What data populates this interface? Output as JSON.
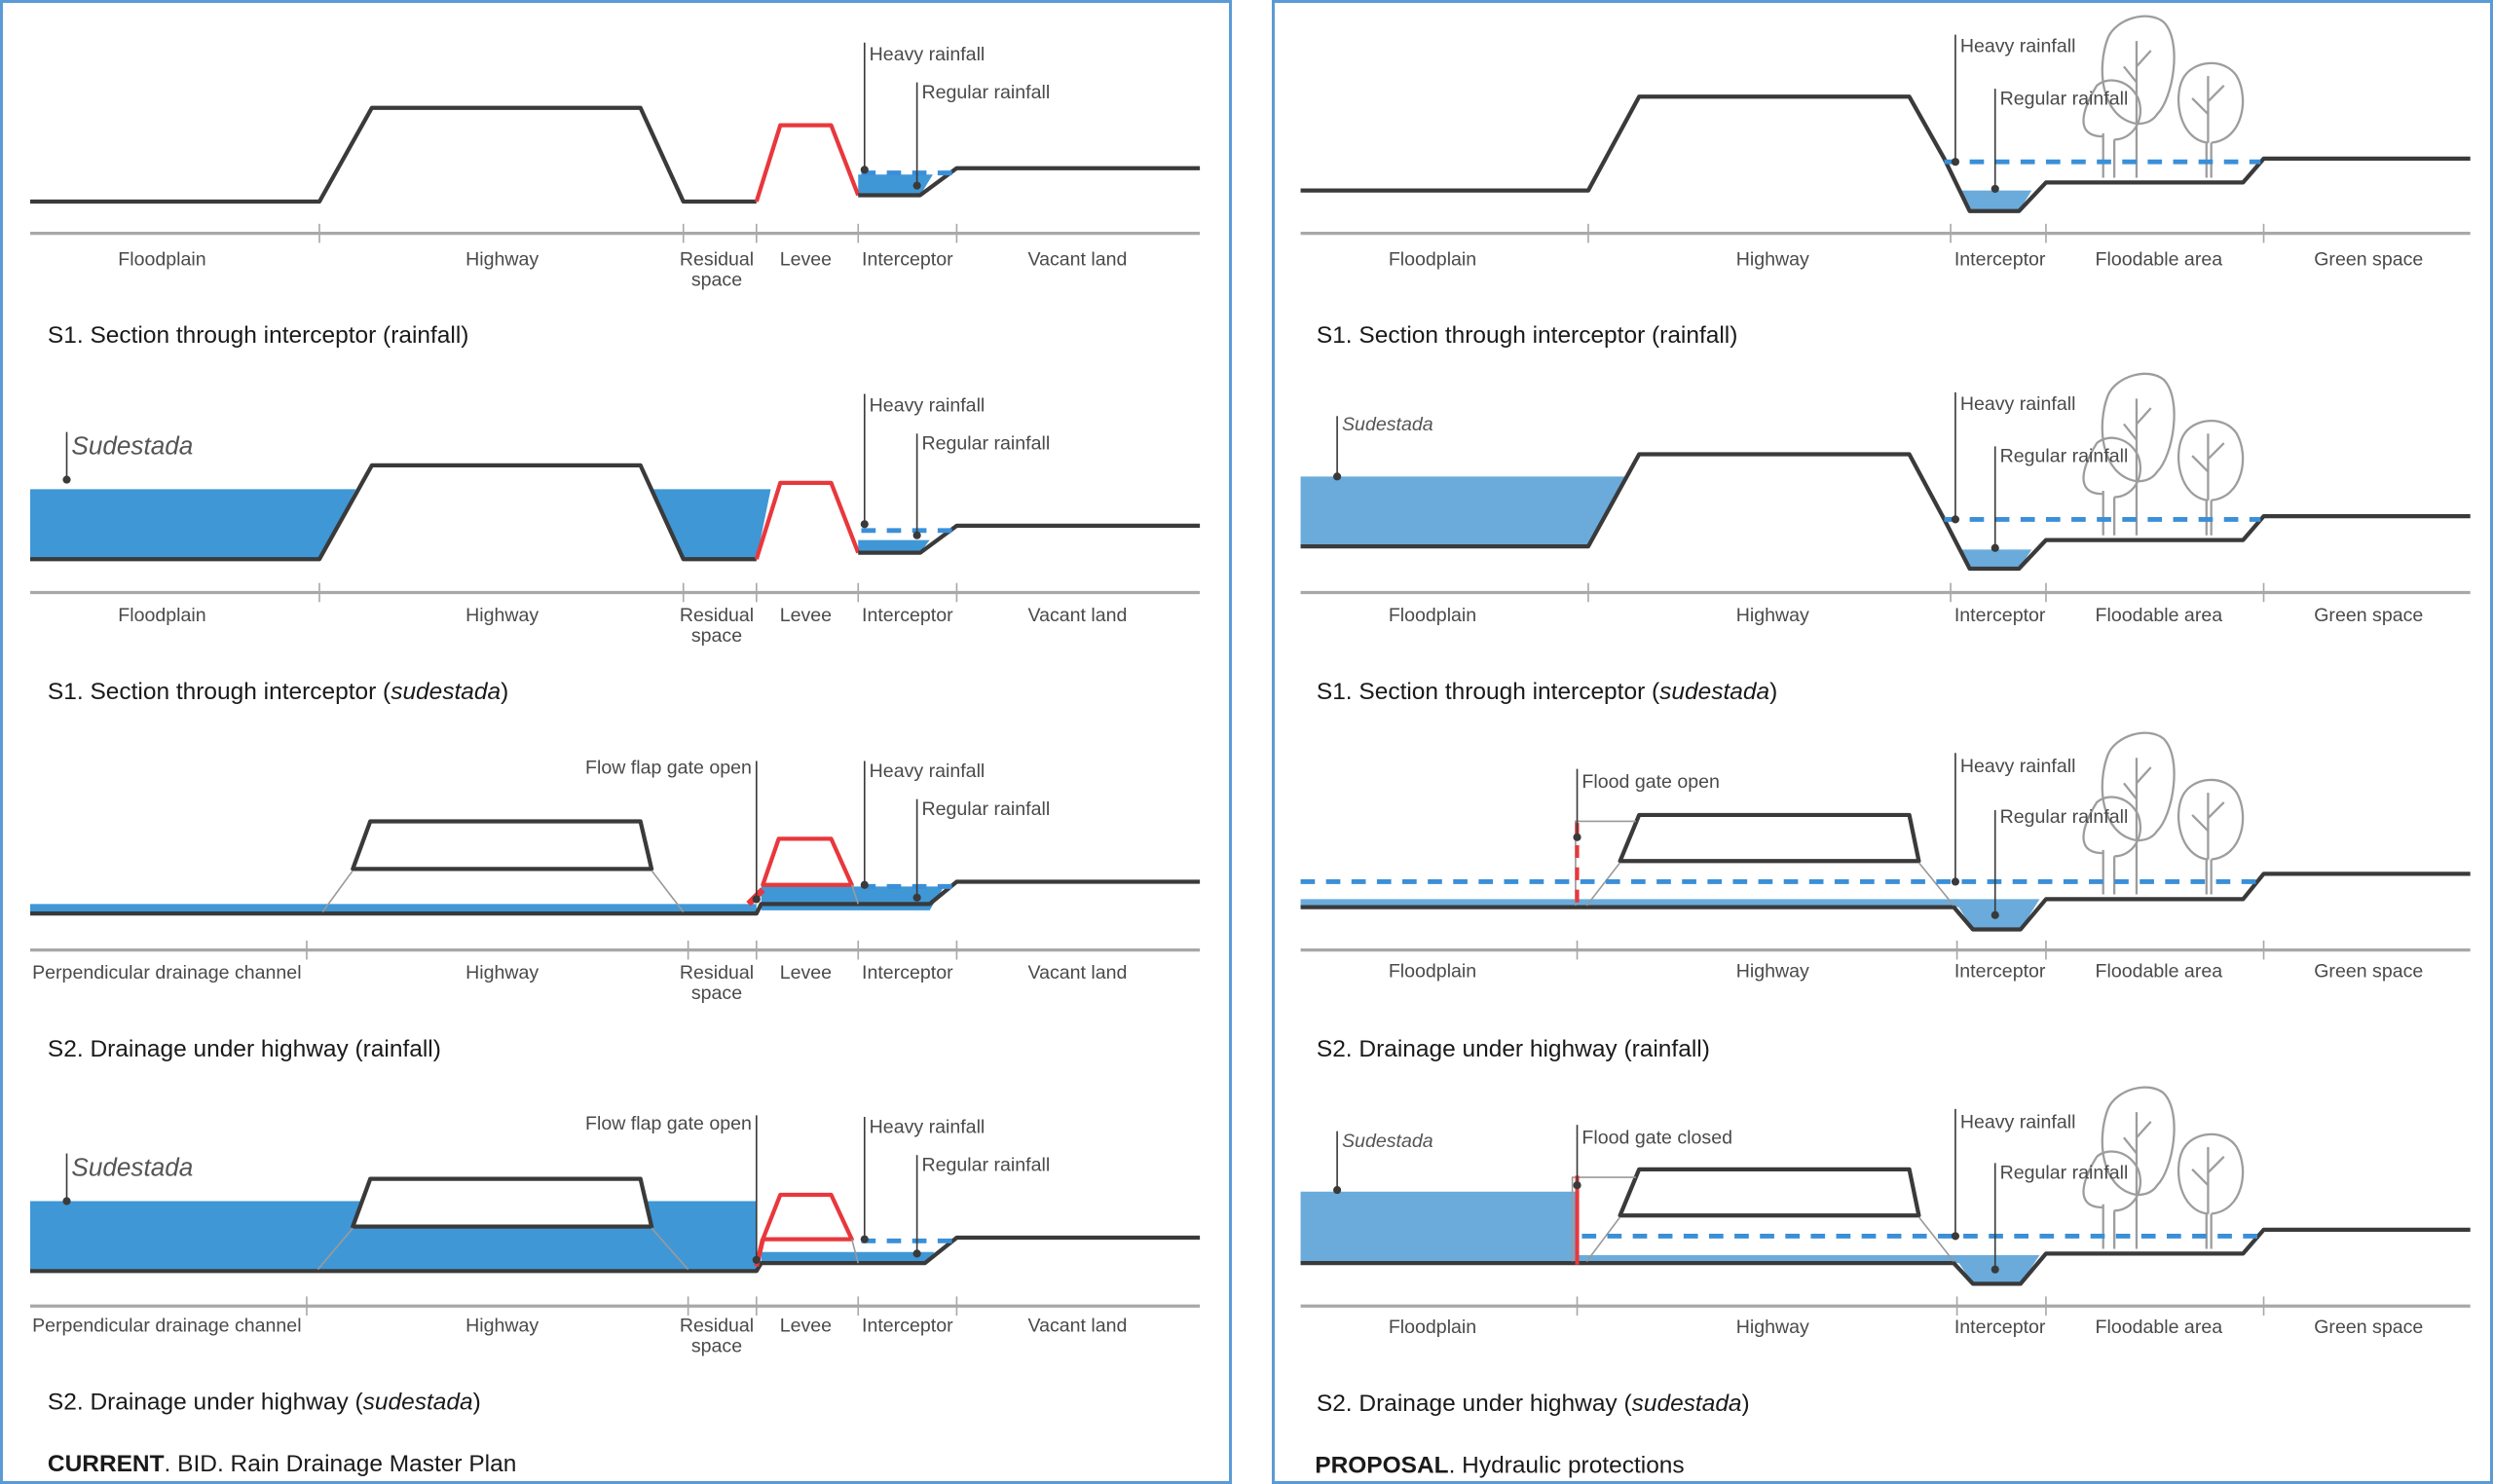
{
  "current": {
    "footer_bold": "CURRENT",
    "footer_rest": ". BID. Rain Drainage Master Plan",
    "sections": [
      {
        "title_prefix": "S1. Section through interceptor (",
        "title_emph": "rainfall",
        "title_suffix": ")",
        "title_emph_italic": false,
        "zones": [
          "Floodplain",
          "Highway",
          "Residual",
          "space",
          "Levee",
          "Interceptor",
          "Vacant land"
        ],
        "annotations": {
          "heavy": "Heavy rainfall",
          "regular": "Regular rainfall"
        }
      },
      {
        "title_prefix": "S1. Section through interceptor (",
        "title_emph": "sudestada",
        "title_suffix": ")",
        "title_emph_italic": true,
        "zones": [
          "Floodplain",
          "Highway",
          "Residual",
          "space",
          "Levee",
          "Interceptor",
          "Vacant land"
        ],
        "annotations": {
          "heavy": "Heavy rainfall",
          "regular": "Regular rainfall",
          "sudestada": "Sudestada"
        }
      },
      {
        "title_prefix": "S2. Drainage under highway (",
        "title_emph": "rainfall",
        "title_suffix": ")",
        "title_emph_italic": false,
        "zones": [
          "Perpendicular drainage channel",
          "Highway",
          "Residual",
          "space",
          "Levee",
          "Interceptor",
          "Vacant land"
        ],
        "annotations": {
          "gate": "Flow flap gate open",
          "heavy": "Heavy rainfall",
          "regular": "Regular rainfall"
        }
      },
      {
        "title_prefix": "S2. Drainage under highway (",
        "title_emph": "sudestada",
        "title_suffix": ")",
        "title_emph_italic": true,
        "zones": [
          "Perpendicular drainage channel",
          "Highway",
          "Residual",
          "space",
          "Levee",
          "Interceptor",
          "Vacant land"
        ],
        "annotations": {
          "gate": "Flow flap gate open",
          "heavy": "Heavy rainfall",
          "regular": "Regular rainfall",
          "sudestada": "Sudestada"
        }
      }
    ]
  },
  "proposal": {
    "footer_bold": "PROPOSAL",
    "footer_rest": ". Hydraulic protections",
    "sections": [
      {
        "title_prefix": "S1. Section through interceptor (",
        "title_emph": "rainfall",
        "title_suffix": ")",
        "title_emph_italic": false,
        "zones": [
          "Floodplain",
          "Highway",
          "Interceptor",
          "Floodable area",
          "Green space"
        ],
        "annotations": {
          "heavy": "Heavy rainfall",
          "regular": "Regular rainfall"
        }
      },
      {
        "title_prefix": "S1. Section through interceptor (",
        "title_emph": "sudestada",
        "title_suffix": ")",
        "title_emph_italic": true,
        "zones": [
          "Floodplain",
          "Highway",
          "Interceptor",
          "Floodable area",
          "Green space"
        ],
        "annotations": {
          "heavy": "Heavy rainfall",
          "regular": "Regular rainfall",
          "sudestada": "Sudestada"
        }
      },
      {
        "title_prefix": "S2. Drainage under highway (",
        "title_emph": "rainfall",
        "title_suffix": ")",
        "title_emph_italic": false,
        "zones": [
          "Floodplain",
          "Highway",
          "Interceptor",
          "Floodable area",
          "Green space"
        ],
        "annotations": {
          "gate": "Flood gate open",
          "heavy": "Heavy rainfall",
          "regular": "Regular rainfall"
        }
      },
      {
        "title_prefix": "S2. Drainage under highway (",
        "title_emph": "sudestada",
        "title_suffix": ")",
        "title_emph_italic": true,
        "zones": [
          "Floodplain",
          "Highway",
          "Interceptor",
          "Floodable area",
          "Green space"
        ],
        "annotations": {
          "gate": "Flood gate closed",
          "heavy": "Heavy rainfall",
          "regular": "Regular rainfall",
          "sudestada": "Sudestada"
        }
      }
    ]
  },
  "colors": {
    "panel_border": "#5b9bd5",
    "ground": "#3a3a3a",
    "levee": "#e8383d",
    "water_current": "#3f97d6",
    "water_proposal": "#6aabdb",
    "water_level_dashed": "#3a8fd8",
    "tree_outline": "#9d9d9d"
  }
}
